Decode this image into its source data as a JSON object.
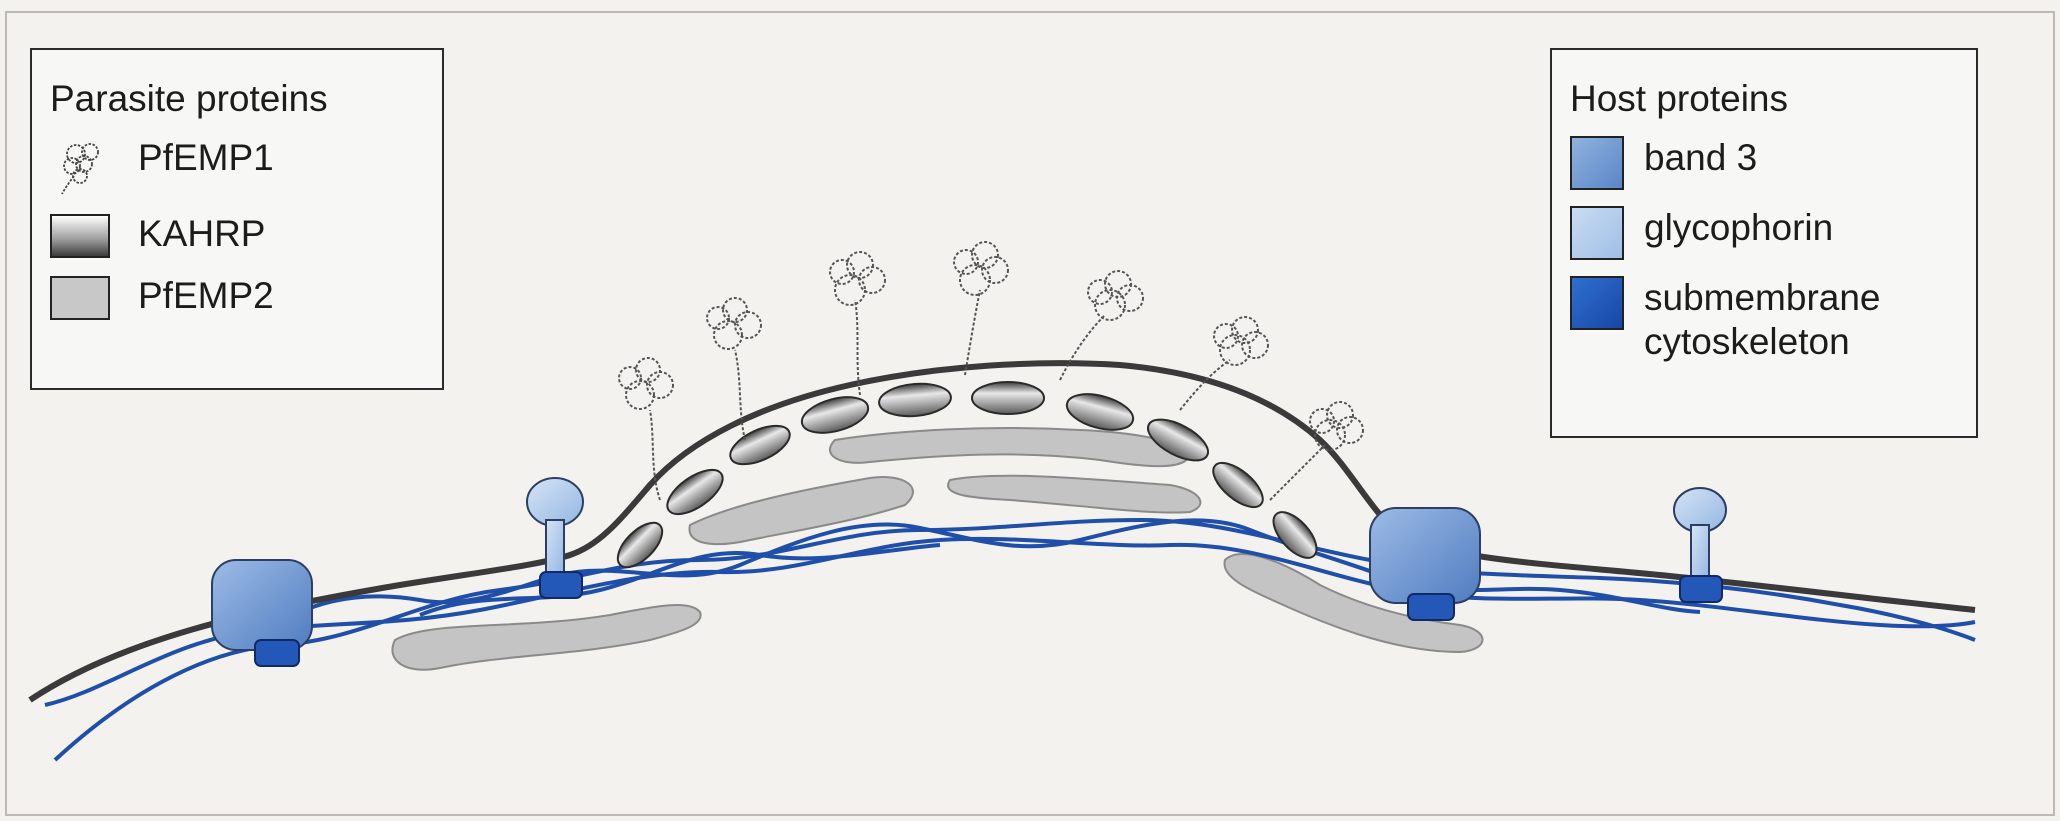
{
  "parasite_legend": {
    "title": "Parasite proteins",
    "items": [
      {
        "label": "PfEMP1",
        "icon": "pfemp1-coil-icon"
      },
      {
        "label": "KAHRP",
        "icon": "kahrp-swatch"
      },
      {
        "label": "PfEMP2",
        "icon": "pfemp2-swatch"
      }
    ]
  },
  "host_legend": {
    "title": "Host proteins",
    "items": [
      {
        "label": "band 3",
        "color": "#6f97d3"
      },
      {
        "label": "glycophorin",
        "color": "#b3cdee"
      },
      {
        "label": "submembrane",
        "color": "#2458b8"
      },
      {
        "label": "cytoskeleton"
      }
    ]
  },
  "colors": {
    "membrane": "#3a3a3a",
    "spectrin": "#1f4fa8",
    "band3": "#6f97d3",
    "glycophorin": "#b3cdee",
    "cytoskeleton_block": "#2458b8",
    "pfemp2": "#c4c4c4",
    "kahrp": "#9a9a9a"
  }
}
